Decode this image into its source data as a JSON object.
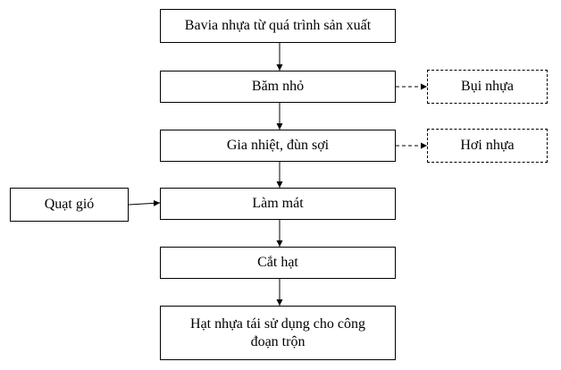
{
  "diagram": {
    "nodes": [
      {
        "id": "n1",
        "label": "Bavia nhựa từ quá trình sản xuất",
        "style": "solid"
      },
      {
        "id": "n2",
        "label": "Băm nhỏ",
        "style": "solid"
      },
      {
        "id": "n3",
        "label": "Bụi nhựa",
        "style": "dashed"
      },
      {
        "id": "n4",
        "label": "Gia nhiệt, đùn sợi",
        "style": "solid"
      },
      {
        "id": "n5",
        "label": "Hơi nhựa",
        "style": "dashed"
      },
      {
        "id": "n6",
        "label": "Quạt gió",
        "style": "solid"
      },
      {
        "id": "n7",
        "label": "Làm mát",
        "style": "solid"
      },
      {
        "id": "n8",
        "label": "Cắt hạt",
        "style": "solid"
      },
      {
        "id": "n9",
        "label": "Hạt nhựa tái sử dụng cho công đoạn trộn",
        "style": "solid"
      }
    ],
    "edges": [
      {
        "from": "n1",
        "to": "n2",
        "style": "solid"
      },
      {
        "from": "n2",
        "to": "n3",
        "style": "dashed"
      },
      {
        "from": "n2",
        "to": "n4",
        "style": "solid"
      },
      {
        "from": "n4",
        "to": "n5",
        "style": "dashed"
      },
      {
        "from": "n4",
        "to": "n7",
        "style": "solid"
      },
      {
        "from": "n6",
        "to": "n7",
        "style": "solid"
      },
      {
        "from": "n7",
        "to": "n8",
        "style": "solid"
      },
      {
        "from": "n8",
        "to": "n9",
        "style": "solid"
      }
    ]
  }
}
